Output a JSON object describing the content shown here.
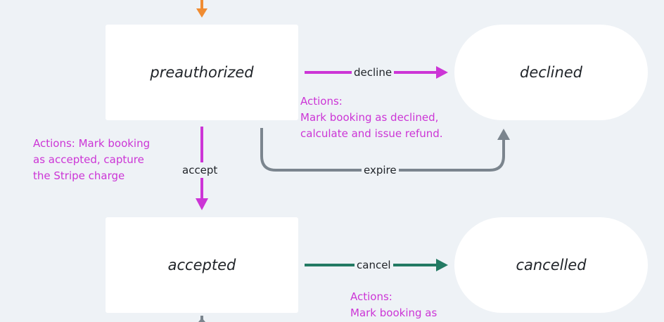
{
  "colors": {
    "background": "#eef2f6",
    "node_fill": "#ffffff",
    "accept_decline_magenta": "#cc35d6",
    "expire_gray": "#7b858e",
    "cancel_green": "#237a63",
    "entry_orange": "#f08c32"
  },
  "states": {
    "preauthorized": "preauthorized",
    "declined": "declined",
    "accepted": "accepted",
    "cancelled": "cancelled"
  },
  "transitions": {
    "decline": "decline",
    "expire": "expire",
    "accept": "accept",
    "cancel": "cancel"
  },
  "notes": {
    "decline_actions": "Actions:\nMark booking as declined,\ncalculate and issue refund.",
    "accept_actions": "Actions: Mark booking\nas accepted, capture\nthe Stripe charge",
    "cancel_actions": "Actions:\nMark booking as"
  }
}
